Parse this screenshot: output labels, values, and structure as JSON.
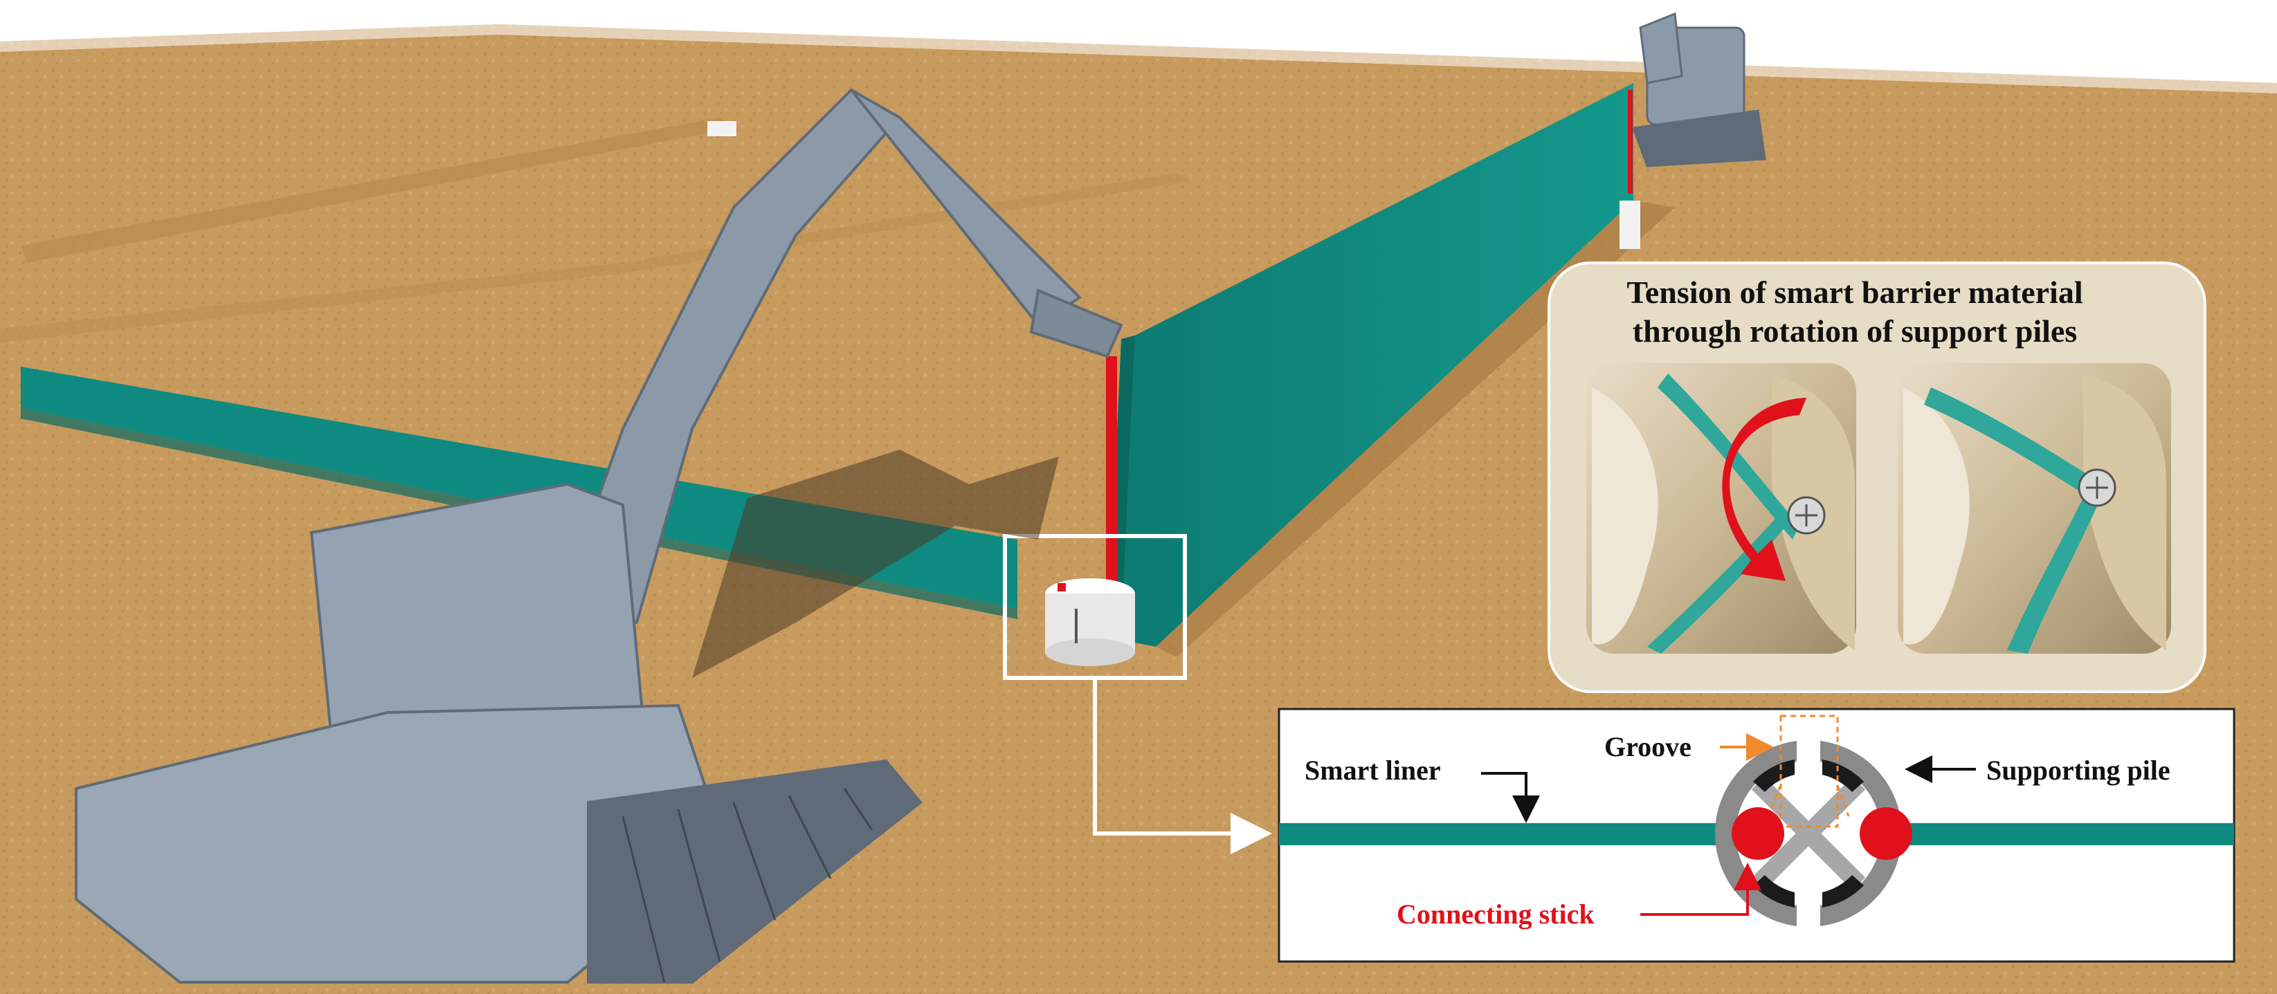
{
  "callout": {
    "line1": "Tension of smart barrier material",
    "line2": "through rotation of support piles"
  },
  "detail": {
    "smart_liner": "Smart liner",
    "groove": "Groove",
    "supporting_pile": "Supporting pile",
    "connecting_stick": "Connecting stick"
  },
  "colors": {
    "ground": "#c79a5e",
    "liner": "#0f8a80",
    "stick": "#e0111b",
    "machine": "#8b99a8",
    "pile": "#f2f2f2",
    "detail_pile": "#8a8a8a",
    "groove_marker": "#f08a2a"
  },
  "icons": [
    "excavator-icon",
    "rotation-arrow-icon"
  ]
}
